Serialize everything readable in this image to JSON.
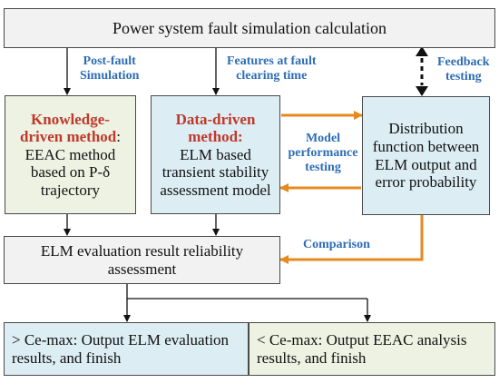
{
  "top": {
    "title": "Power system fault simulation calculation"
  },
  "labels": {
    "post_fault_line1": "Post-fault",
    "post_fault_line2": "Simulation",
    "features_line1": "Features at fault",
    "features_line2": "clearing time",
    "feedback_line1": "Feedback",
    "feedback_line2": "testing",
    "model_perf_line1": "Model",
    "model_perf_line2": "performance",
    "model_perf_line3": "testing",
    "comparison": "Comparison"
  },
  "knowledge_box": {
    "title_line1": "Knowledge-",
    "title_line2": "driven method",
    "colon": ":",
    "line3": "EEAC method",
    "line4": "based on P-δ",
    "line5": "trajectory"
  },
  "data_box": {
    "title_line1": "Data-driven",
    "title_line2": "method:",
    "line3": "ELM based",
    "line4": "transient stability",
    "line5": "assessment model"
  },
  "distribution_box": {
    "line1": "Distribution",
    "line2": "function between",
    "line3": "ELM output and",
    "line4": "error  probability"
  },
  "reliability_box": {
    "line1": "ELM evaluation result reliability",
    "line2": "assessment"
  },
  "output_left": {
    "line1": "> Ce-max: Output ELM evaluation",
    "line2": "results, and finish"
  },
  "output_right": {
    "line1": "<  Ce-max: Output EEAC analysis",
    "line2": "results, and finish"
  },
  "colors": {
    "box_border": "#4a4a4a",
    "top_fill": "#f2f2f2",
    "green_fill": "#eef2e2",
    "blue_fill": "#dcedf4",
    "gray_fill": "#f2f2f2",
    "orange_arrow": "#e58a1f",
    "blue_label": "#2e6db4",
    "red_title": "#c0392b"
  }
}
